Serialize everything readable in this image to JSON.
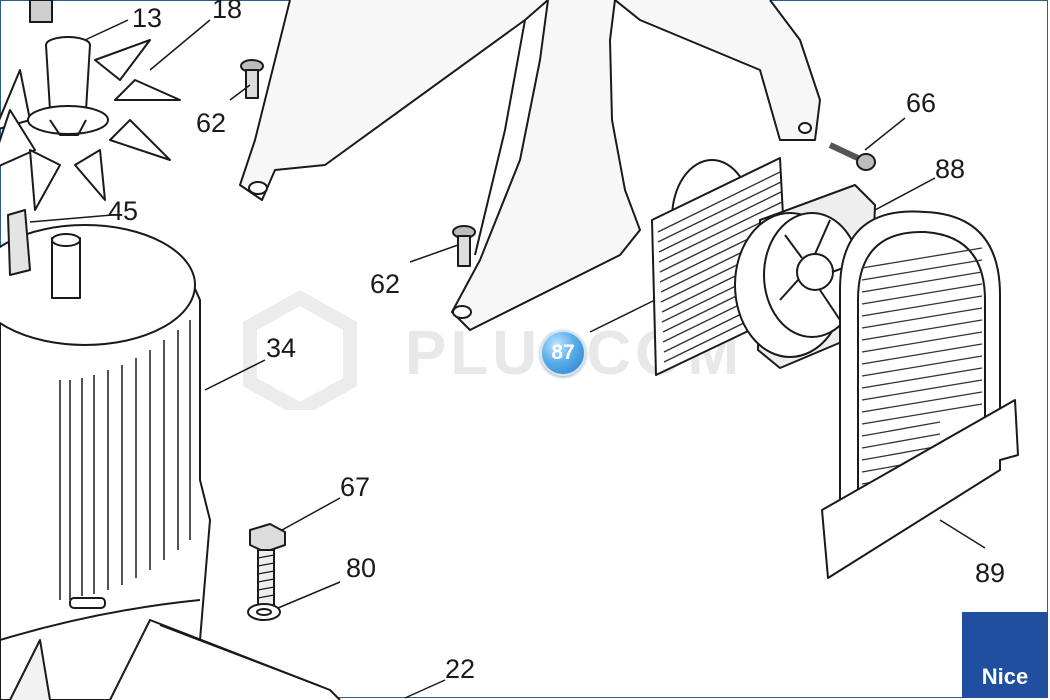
{
  "watermark": "PLUSCOM",
  "brand": "Nice",
  "selected_badge": "87",
  "callouts": {
    "c13": "13",
    "c18": "18",
    "c62a": "62",
    "c45": "45",
    "c34": "34",
    "c62b": "62",
    "c66": "66",
    "c88": "88",
    "c67": "67",
    "c80": "80",
    "c22": "22",
    "c89": "89"
  },
  "colors": {
    "badge": "#3a8fd8",
    "brand_bg": "#1f4f9e",
    "frame": "#2a5f8a"
  }
}
